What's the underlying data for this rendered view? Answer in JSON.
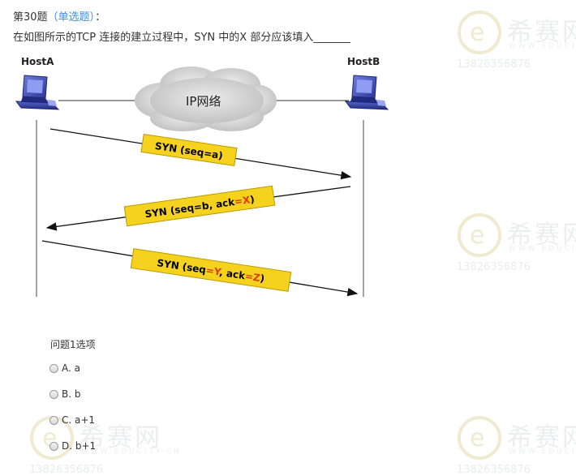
{
  "question": {
    "number_label": "第30题",
    "type_label": "（单选题）",
    "colon": "：",
    "text": "在如图所示的TCP 连接的建立过程中，SYN 中的X 部分应该填入_______"
  },
  "diagram": {
    "host_a": "HostA",
    "host_b": "HostB",
    "cloud": "IP网络",
    "messages": [
      {
        "parts": [
          {
            "t": "SYN (seq=a)",
            "c": "#000000"
          }
        ]
      },
      {
        "parts": [
          {
            "t": "SYN (seq=b, ack",
            "c": "#000000"
          },
          {
            "t": "=",
            "c": "#e03a00"
          },
          {
            "t": "X",
            "c": "#e03a00"
          },
          {
            "t": ")",
            "c": "#000000"
          }
        ]
      },
      {
        "parts": [
          {
            "t": "SYN (seq",
            "c": "#000000"
          },
          {
            "t": "=Y",
            "c": "#e03a00"
          },
          {
            "t": ", ack",
            "c": "#000000"
          },
          {
            "t": "=",
            "c": "#e03a00"
          },
          {
            "t": "Z",
            "c": "#e03a00"
          },
          {
            "t": ")",
            "c": "#000000"
          }
        ]
      }
    ],
    "colors": {
      "label_fill": "#f5d21e",
      "label_border": "#c8a800",
      "cloud_fill": "#d6d6d6",
      "computer_blue": "#3344aa"
    }
  },
  "options": {
    "title": "问题1选项",
    "items": [
      {
        "label": "A. a"
      },
      {
        "label": "B. b"
      },
      {
        "label": "C. a+1"
      },
      {
        "label": "D. b+1"
      }
    ]
  },
  "watermark": {
    "brand": "希赛网",
    "site": "WWW.EDUCITY.CN",
    "phone": "13826356876"
  }
}
